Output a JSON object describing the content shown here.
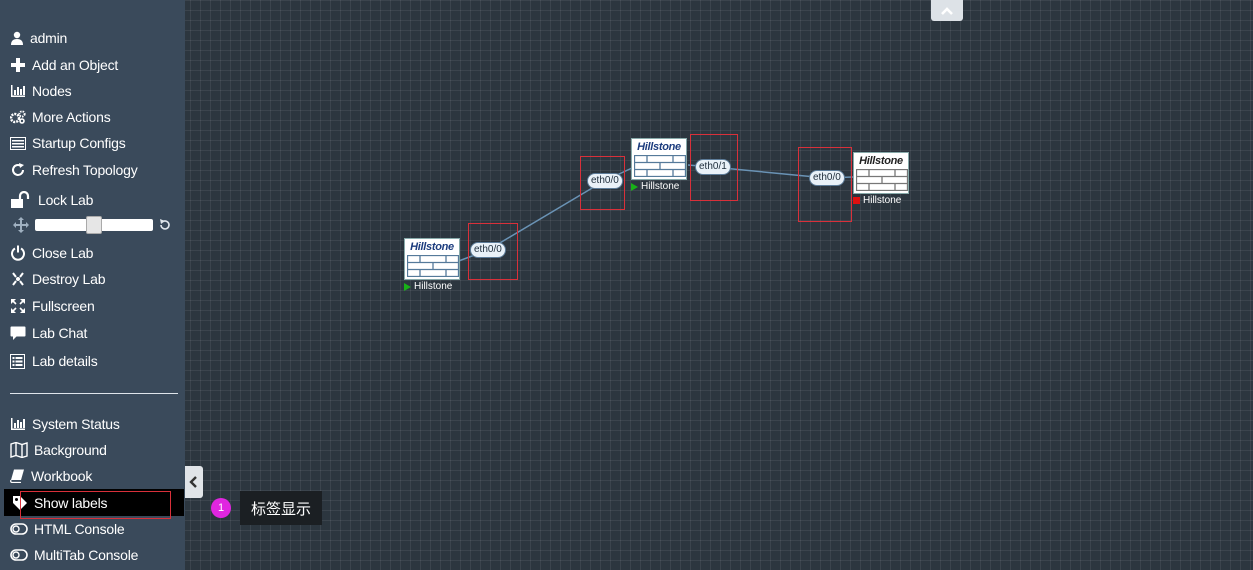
{
  "sidebar": {
    "user": "admin",
    "items": [
      {
        "label": "Add an Object",
        "icon": "plus-icon"
      },
      {
        "label": "Nodes",
        "icon": "bar-chart-icon"
      },
      {
        "label": "More Actions",
        "icon": "gears-icon"
      },
      {
        "label": "Startup Configs",
        "icon": "list-icon"
      },
      {
        "label": "Refresh Topology",
        "icon": "refresh-icon"
      },
      {
        "label": "Lock Lab",
        "icon": "unlock-icon"
      },
      {
        "label": "Close Lab",
        "icon": "power-icon"
      },
      {
        "label": "Destroy Lab",
        "icon": "destroy-icon"
      },
      {
        "label": "Fullscreen",
        "icon": "expand-icon"
      },
      {
        "label": "Lab Chat",
        "icon": "chat-icon"
      },
      {
        "label": "Lab details",
        "icon": "details-icon"
      }
    ],
    "bottom_items": [
      {
        "label": "System Status",
        "icon": "bar-chart-icon"
      },
      {
        "label": "Background",
        "icon": "map-icon"
      },
      {
        "label": "Workbook",
        "icon": "book-icon"
      },
      {
        "label": "Show labels",
        "icon": "tag-icon"
      },
      {
        "label": "HTML Console",
        "icon": "toggle-icon"
      },
      {
        "label": "MultiTab Console",
        "icon": "toggle-icon"
      }
    ],
    "zoom_level": 0.5
  },
  "tooltip": {
    "badge": "1",
    "text": "标签显示"
  },
  "topology": {
    "nodes": [
      {
        "name": "Hillstone",
        "brand": "Hillstone",
        "status": "running"
      },
      {
        "name": "Hillstone",
        "brand": "Hillstone",
        "status": "running"
      },
      {
        "name": "Hillstone",
        "brand": "Hillstone",
        "status": "stopped"
      }
    ],
    "interfaces": [
      "eth0/0",
      "eth0/0",
      "eth0/1",
      "eth0/0"
    ]
  },
  "colors": {
    "sidebar_bg": "#3a4a5b",
    "canvas_bg": "#2c363f",
    "highlight": "#d9303a",
    "running": "#18b018",
    "stopped": "#e01010",
    "badge": "#e026e0"
  }
}
